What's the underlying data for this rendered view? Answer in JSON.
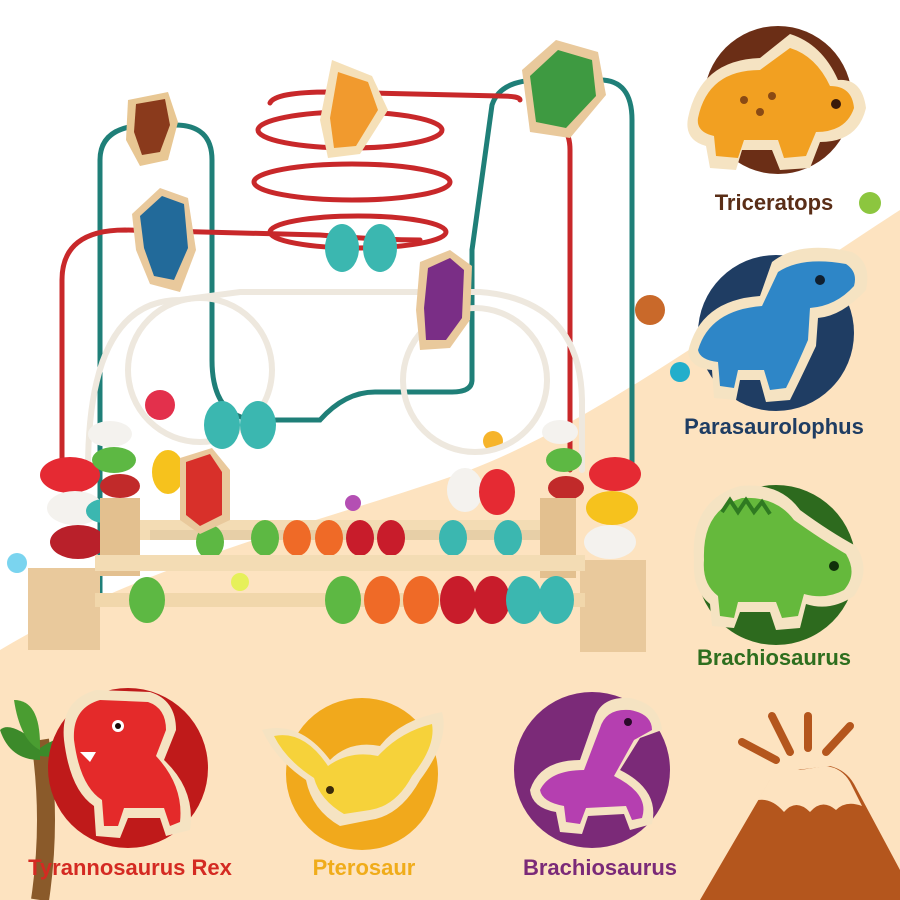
{
  "labels": {
    "triceratops": "Triceratops",
    "parasaurolophus": "Parasaurolophus",
    "brachiosaurus_right": "Brachiosaurus",
    "tyrannosaurus": "Tyrannosaurus Rex",
    "pterosaur": "Pterosaur",
    "brachiosaurus_bottom": "Brachiosaurus"
  },
  "colors": {
    "cream_background": "#fde3c0",
    "text_brown": "#5a2e17",
    "text_blue": "#1f3d63",
    "text_green": "#2e6e1e",
    "text_red": "#d42a22",
    "text_yellow": "#f0ac1a",
    "text_purple": "#7b2a78",
    "wood": "#e9c99c",
    "wire_red": "#c8282a",
    "wire_teal": "#1f7f78",
    "wire_white": "#eee8de"
  },
  "icons": [
    "triceratops-icon",
    "parasaurolophus-icon",
    "brachiosaurus-icon",
    "tyrannosaurus-icon",
    "pterosaur-icon",
    "volcano-icon",
    "palm-tree-icon",
    "bead-maze-toy-icon"
  ]
}
